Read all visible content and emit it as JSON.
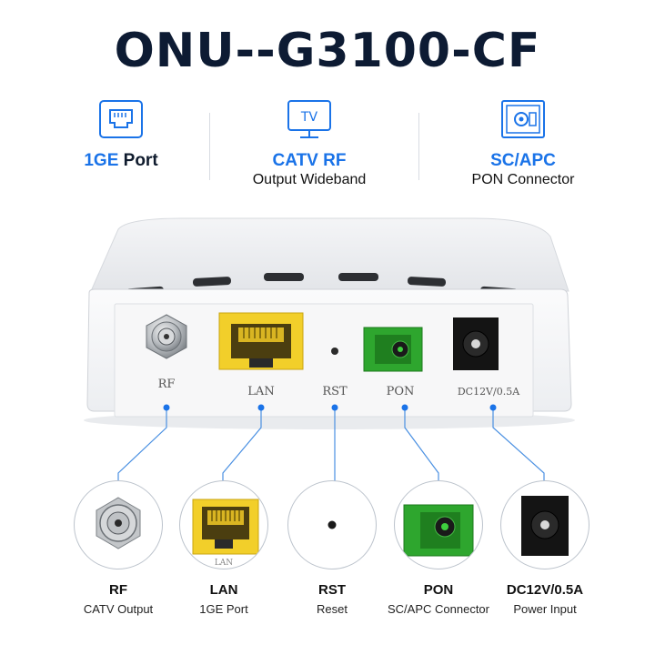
{
  "title": "ONU--G3100-CF",
  "features": [
    {
      "icon": "ethernet-port-icon",
      "name_highlight": "1GE",
      "name_rest": " Port",
      "sub": ""
    },
    {
      "icon": "tv-icon",
      "icon_text": "TV",
      "name_highlight": "CATV RF",
      "name_rest": "",
      "sub": "Output Wideband"
    },
    {
      "icon": "sc-apc-connector-icon",
      "name_highlight": "SC/APC",
      "name_rest": "",
      "sub": "PON Connector"
    }
  ],
  "device_ports": [
    "RF",
    "LAN",
    "RST",
    "PON",
    "DC12V/0.5A"
  ],
  "details": [
    {
      "name": "RF",
      "sub": "CATV Output"
    },
    {
      "name": "LAN",
      "sub": "1GE Port",
      "inset_label": "LAN"
    },
    {
      "name": "RST",
      "sub": "Reset"
    },
    {
      "name": "PON",
      "sub": "SC/APC Connector"
    },
    {
      "name": "DC12V/0.5A",
      "sub": "Power Input"
    }
  ],
  "colors": {
    "accent": "#1a73e8",
    "lan_yellow": "#f2cf2a",
    "pon_green": "#2ea62e",
    "dc_black": "#141414",
    "leader_line": "#4a90e2"
  }
}
